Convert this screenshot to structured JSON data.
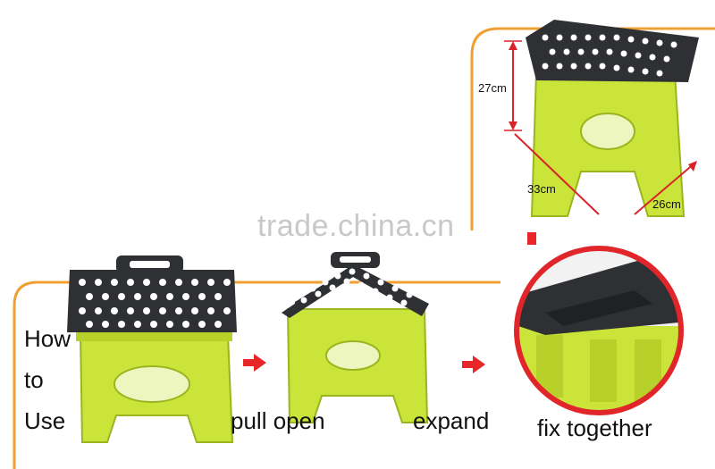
{
  "steps": {
    "how_to_use": [
      "How",
      "to",
      "Use"
    ],
    "step1": "pull open",
    "step2": "expand",
    "step3": "fix together"
  },
  "dimensions": {
    "height": "27cm",
    "length": "33cm",
    "width": "26cm"
  },
  "watermark": "trade.china.cn",
  "colors": {
    "frame": "#f0a032",
    "stool_green": "#cbe43a",
    "stool_top": "#2e3033",
    "arrow_red": "#e8262a",
    "dimension_red": "#d8232a"
  }
}
